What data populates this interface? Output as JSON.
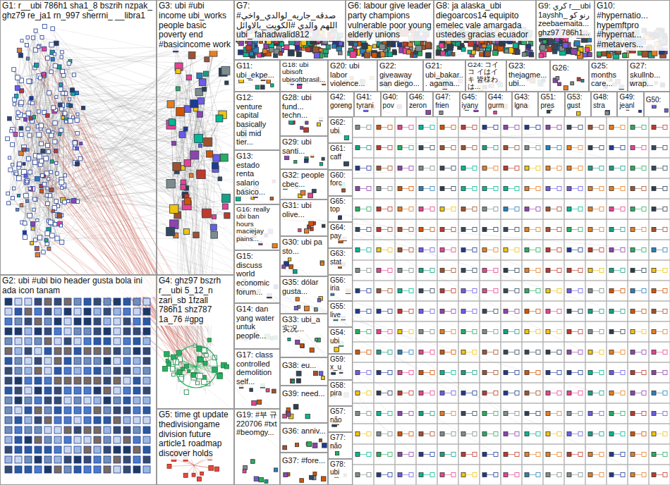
{
  "diagram": {
    "nodes": [
      {
        "text": [
          "G1: r__ubi 786h1 sha1_8 bszrih nzpak_ ghz79 re_ja1 rn_997 sherrni_ __libra1"
        ]
      },
      {
        "text": [
          "G2: ubi #ubi bio header gusta bola ini ada icon tanam"
        ]
      },
      {
        "text": [
          "G3: ubi #ubi income ubi_works people basic poverty end #basicincome work"
        ]
      },
      {
        "text": [
          "G4: ghz97 bszrh r__ubi 5_12_n zari_sb 1fzall 786h1 shz787 1a_76 #gpg"
        ]
      },
      {
        "text": [
          "G5: time gt update thedivisiongame division future article1 roadmap discover holds"
        ]
      },
      {
        "text": [
          "G7: #صدقه_جاريه_لوالدي_واخي اللهم والدي #الكويت_بالاوائل ubi_ fahadwalid812"
        ]
      },
      {
        "text": [
          "G6: labour give leader party champions vulnerable poor young elderly unions"
        ]
      },
      {
        "text": [
          "G8: ja alaska_ubi diegoarcos14 equipito emelec vale amargada ustedes gracias ecuador"
        ]
      },
      {
        "text": [
          "G9: كري r__ubi 1ayshh_ رنو كو zeebaemaita... ghz97 786h1..."
        ]
      },
      {
        "text": [
          "G10: #hypernatio... hypemftpro #hypernat... #metavers..."
        ]
      },
      {
        "text": [
          "G11: ubi_ekpe..."
        ]
      },
      {
        "text": [
          "G18: ubi ubisoft ubisoftbrasil..."
        ]
      },
      {
        "text": [
          "G20: ubi labor violence..."
        ]
      },
      {
        "text": [
          "G22: giveaway san diego..."
        ]
      },
      {
        "text": [
          "G21: ubi_bakar... agama..."
        ]
      },
      {
        "text": [
          "G24: コイコ イはイキ 皆様わは..."
        ]
      },
      {
        "text": [
          "G23: thejagme... ubi..."
        ]
      },
      {
        "text": [
          "G26:"
        ]
      },
      {
        "text": [
          "G25: months care..."
        ]
      },
      {
        "text": [
          "G27: skullnb... wrap..."
        ]
      },
      {
        "text": [
          "G12: venture capital basically ubi mid tier..."
        ]
      },
      {
        "text": [
          "G13: estado renta salario básico..."
        ]
      },
      {
        "text": [
          "G16: really ubi ban hours maciejay pains..."
        ]
      },
      {
        "text": [
          "G15: discuss world economic forum..."
        ]
      },
      {
        "text": [
          "G14: dan yang water untuk people..."
        ]
      },
      {
        "text": [
          "G17: class controlled demolition self..."
        ]
      },
      {
        "text": [
          "G19: #부 규 220706 #txt #beomgy..."
        ]
      },
      {
        "text": [
          "G28: ubi fund... techn..."
        ]
      },
      {
        "text": [
          "G29: ubi santi..."
        ]
      },
      {
        "text": [
          "G32: people cbec..."
        ]
      },
      {
        "text": [
          "G31: ubi olive..."
        ]
      },
      {
        "text": [
          "G30: ubi pa sto..."
        ]
      },
      {
        "text": [
          "G35: dólar gusta..."
        ]
      },
      {
        "text": [
          "G33: ubi_a 实况..."
        ]
      },
      {
        "text": [
          "G38: eu..."
        ]
      },
      {
        "text": [
          "G39: need..."
        ]
      },
      {
        "text": [
          "G36: anniv..."
        ]
      },
      {
        "text": [
          "G37: #fore..."
        ]
      },
      {
        "text": [
          "G42: goreng"
        ]
      },
      {
        "text": [
          "G41: tyrani"
        ]
      },
      {
        "text": [
          "G40: pov"
        ]
      },
      {
        "text": [
          "G46: zeron"
        ]
      },
      {
        "text": [
          "G47: frien"
        ]
      },
      {
        "text": [
          "G45: iyany"
        ]
      },
      {
        "text": [
          "G44: gurm"
        ]
      },
      {
        "text": [
          "G43: lgna"
        ]
      },
      {
        "text": [
          "G51: pres"
        ]
      },
      {
        "text": [
          "G53: gust"
        ]
      },
      {
        "text": [
          "G48: stra"
        ]
      },
      {
        "text": [
          "G49: jeanl"
        ]
      },
      {
        "text": [
          "G50:"
        ]
      },
      {
        "text": [
          "G62: ubi"
        ]
      },
      {
        "text": [
          "G61: caff"
        ]
      },
      {
        "text": [
          "G60: forc"
        ]
      },
      {
        "text": [
          "G65: top"
        ]
      },
      {
        "text": [
          "G64: pay"
        ]
      },
      {
        "text": [
          "G63: stat"
        ]
      },
      {
        "text": [
          "G56: iria"
        ]
      },
      {
        "text": [
          "G55: live"
        ]
      },
      {
        "text": [
          "G54: ubi"
        ]
      },
      {
        "text": [
          "G59: x_u"
        ]
      },
      {
        "text": [
          "G58: pira"
        ]
      },
      {
        "text": [
          "G57: não"
        ]
      },
      {
        "text": [
          "G77: não"
        ]
      },
      {
        "text": [
          "G78: ubi"
        ]
      }
    ]
  }
}
